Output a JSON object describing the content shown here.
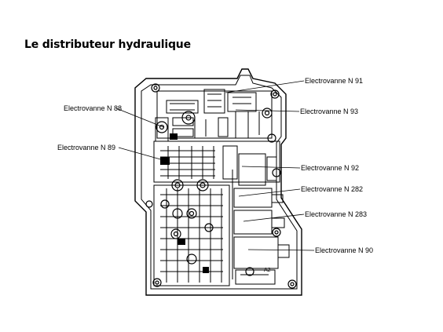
{
  "title": "Le distributeur hydraulique",
  "labels": {
    "n91": "Electrovanne N 91",
    "n88": "Electrovanne N 88",
    "n93": "Electrovanne N 93",
    "n89": "Electrovanne N 89",
    "n92": "Electrovanne N 92",
    "n282": "Electrovanne N 282",
    "n283": "Electrovanne N 283",
    "n90": "Electrovanne N 90"
  },
  "plate_marking": "A2"
}
